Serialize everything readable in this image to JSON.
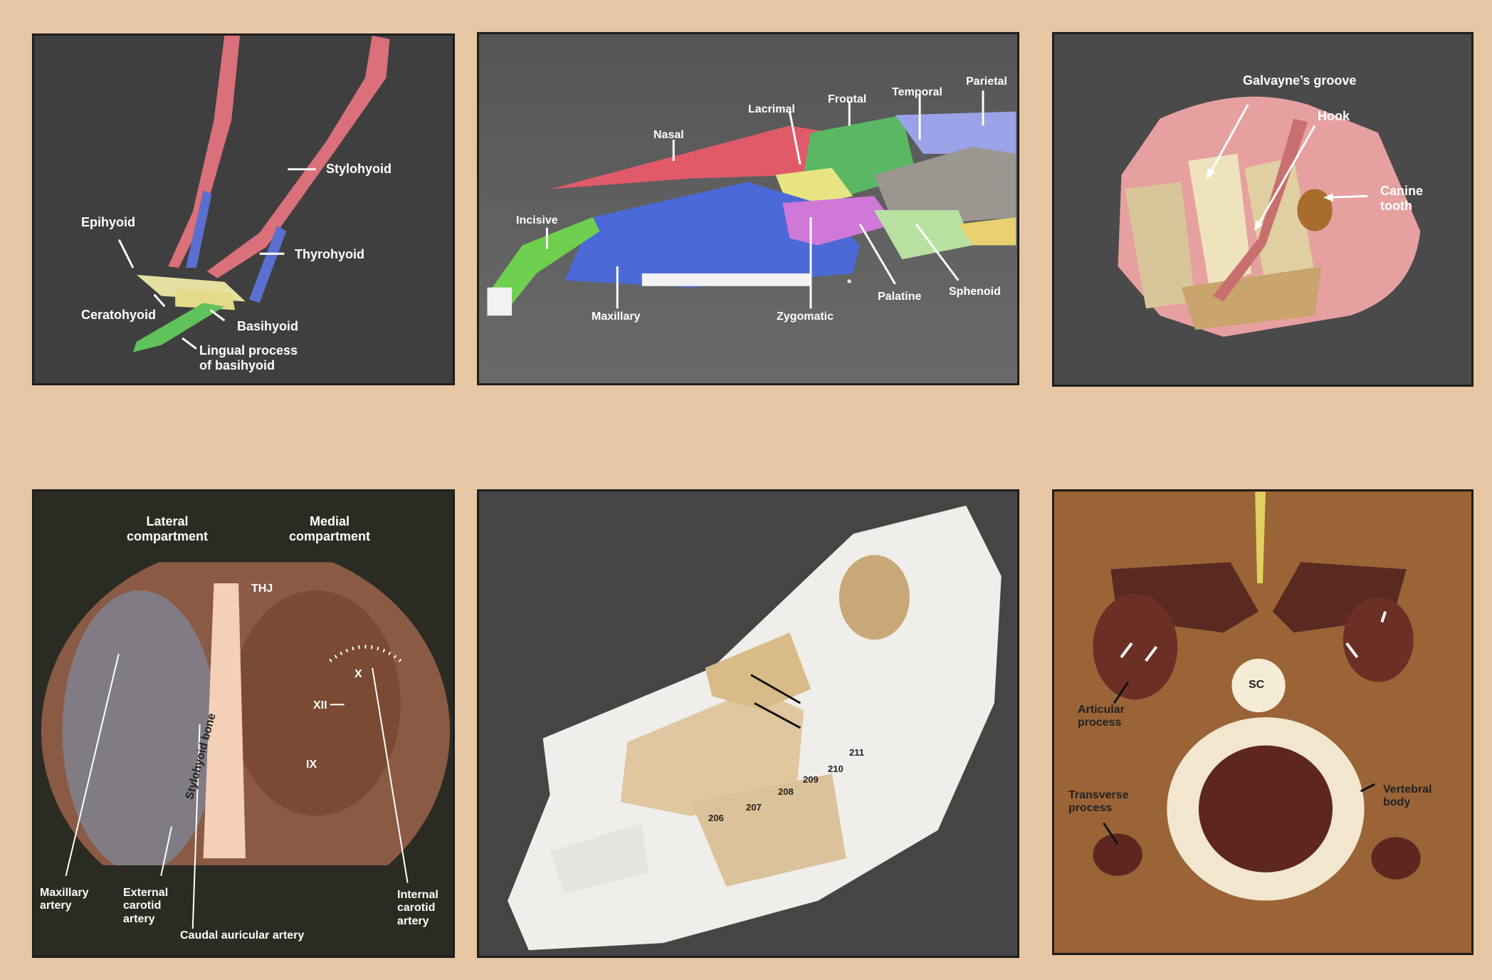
{
  "panels": {
    "hyoid": {
      "labels": {
        "stylohyoid": "Stylohyoid",
        "epihyoid": "Epihyoid",
        "thyrohyoid": "Thyrohyoid",
        "ceratohyoid": "Ceratohyoid",
        "basihyoid": "Basihyoid",
        "lingual": "Lingual process\nof basihyoid"
      }
    },
    "skull_bones": {
      "labels": {
        "parietal": "Parietal",
        "temporal": "Temporal",
        "frontal": "Frontal",
        "lacrimal": "Lacrimal",
        "nasal": "Nasal",
        "incisive": "Incisive",
        "maxillary": "Maxillary",
        "zygomatic": "Zygomatic",
        "palatine": "Palatine",
        "sphenoid": "Sphenoid",
        "asterisk": "*"
      }
    },
    "teeth": {
      "labels": {
        "galvayne": "Galvayne’s groove",
        "hook": "Hook",
        "canine": "Canine\ntooth"
      }
    },
    "guttural": {
      "labels": {
        "lateral": "Lateral\ncompartment",
        "medial": "Medial\ncompartment",
        "thj": "THJ",
        "x": "X",
        "xii": "XII",
        "ix": "IX",
        "stylohyoid_bone": "Stylohyoid bone",
        "maxillary_artery": "Maxillary\nartery",
        "external_carotid": "External\ncarotid\nartery",
        "caudal_auricular": "Caudal auricular artery",
        "internal_carotid": "Internal\ncarotid\nartery"
      }
    },
    "skull_teeth": {
      "tooth_numbers": [
        "206",
        "207",
        "208",
        "209",
        "210",
        "211"
      ]
    },
    "vertebra": {
      "labels": {
        "sc": "SC",
        "articular": "Articular\nprocess",
        "transverse": "Transverse\nprocess",
        "vertebral_body": "Vertebral\nbody"
      }
    }
  }
}
